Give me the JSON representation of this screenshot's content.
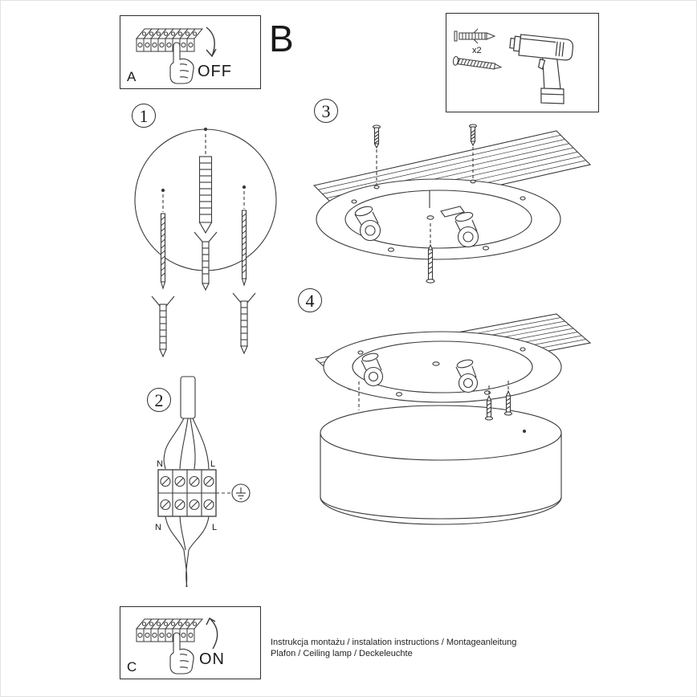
{
  "page": {
    "panels": {
      "a": "A",
      "b": "B",
      "c": "C"
    },
    "switch": {
      "off": "OFF",
      "on": "ON"
    },
    "parts": {
      "plug_count": "x2"
    },
    "steps": {
      "s1": "1",
      "s2": "2",
      "s3": "3",
      "s4": "4"
    },
    "wiring": {
      "top_left": "N",
      "top_right": "L",
      "bottom_left": "N",
      "bottom_right": "L"
    },
    "footer": {
      "line1": "Instrukcja montażu / instalation instructions / Montageanleitung",
      "line2": "Plafon / Ceiling lamp / Deckeleuchte"
    },
    "colors": {
      "line": "#3a3a3a",
      "text": "#1a1a1a",
      "background": "#ffffff"
    }
  }
}
